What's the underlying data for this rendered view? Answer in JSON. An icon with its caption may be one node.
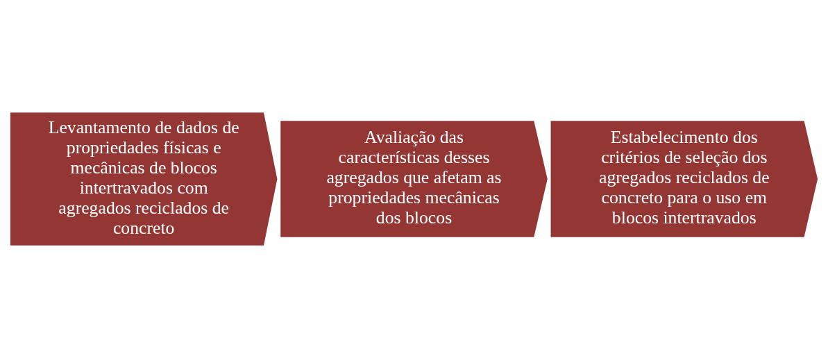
{
  "diagram": {
    "nodes": [
      {
        "text": [
          "Levantamento de dados de propriedades físicas e mecânicas de blocos intertravados com agregados reciclados de concreto"
        ]
      },
      {
        "text": [
          "Avaliação das características desses agregados que afetam as propriedades mecânicas dos blocos"
        ]
      },
      {
        "text": [
          "Estabelecimento dos critérios de seleção dos agregados reciclados de concreto para o uso em blocos intertravados"
        ]
      }
    ]
  }
}
